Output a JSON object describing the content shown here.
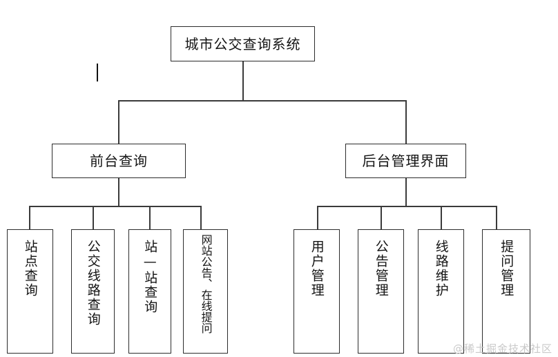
{
  "diagram": {
    "title": "城市公交查询系统",
    "root": {
      "label": "城市公交查询系统"
    },
    "branches": [
      {
        "label": "前台查询",
        "children": [
          {
            "label": "站点查询"
          },
          {
            "label": "公交线路查询"
          },
          {
            "label": "站—站查询"
          },
          {
            "label": "网站公告、在线提问"
          }
        ]
      },
      {
        "label": "后台管理界面",
        "children": [
          {
            "label": "用户管理"
          },
          {
            "label": "公告管理"
          },
          {
            "label": "线路维护"
          },
          {
            "label": "提问管理"
          }
        ]
      }
    ]
  },
  "watermark": {
    "text": "@稀土掘金技术社区"
  },
  "colors": {
    "box_border": "#2b2b2b",
    "line": "#3a3a3a",
    "text": "#141414",
    "background": "#ffffff",
    "watermark": "#c9c9c9"
  }
}
